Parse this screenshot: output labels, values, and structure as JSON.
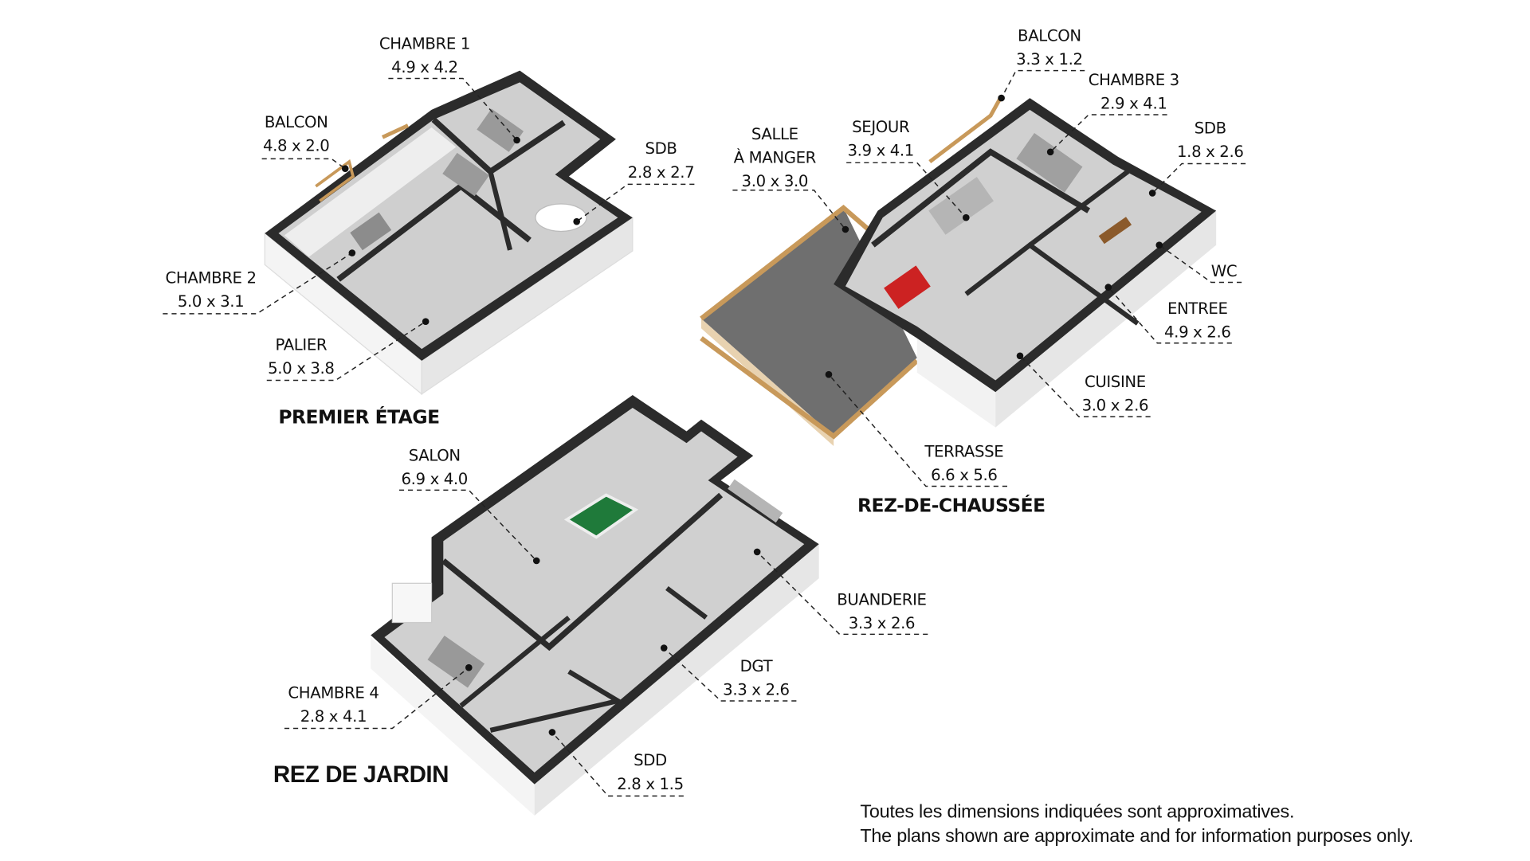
{
  "floors": {
    "premier": {
      "title": "PREMIER ÉTAGE",
      "rooms": {
        "chambre1": {
          "name": "CHAMBRE 1",
          "dims": "4.9 x 4.2"
        },
        "balcon": {
          "name": "BALCON",
          "dims": "4.8 x 2.0"
        },
        "sdb": {
          "name": "SDB",
          "dims": "2.8 x 2.7"
        },
        "chambre2": {
          "name": "CHAMBRE 2",
          "dims": "5.0 x 3.1"
        },
        "palier": {
          "name": "PALIER",
          "dims": "5.0 x 3.8"
        }
      }
    },
    "rdc": {
      "title": "REZ-DE-CHAUSSÉE",
      "rooms": {
        "balcon": {
          "name": "BALCON",
          "dims": "3.3 x 1.2"
        },
        "chambre3": {
          "name": "CHAMBRE 3",
          "dims": "2.9 x 4.1"
        },
        "salle_a_manger": {
          "name_line1": "SALLE",
          "name_line2": "À MANGER",
          "dims": "3.0 x 3.0"
        },
        "sejour": {
          "name": "SEJOUR",
          "dims": "3.9 x 4.1"
        },
        "sdb": {
          "name": "SDB",
          "dims": "1.8 x 2.6"
        },
        "wc": {
          "name": "WC"
        },
        "entree": {
          "name": "ENTREE",
          "dims": "4.9 x 2.6"
        },
        "cuisine": {
          "name": "CUISINE",
          "dims": "3.0 x 2.6"
        },
        "terrasse": {
          "name": "TERRASSE",
          "dims": "6.6 x 5.6"
        }
      }
    },
    "jardin": {
      "title": "REZ DE JARDIN",
      "rooms": {
        "salon": {
          "name": "SALON",
          "dims": "6.9 x 4.0"
        },
        "buanderie": {
          "name": "BUANDERIE",
          "dims": "3.3 x 2.6"
        },
        "dgt": {
          "name": "DGT",
          "dims": "3.3 x 2.6"
        },
        "chambre4": {
          "name": "CHAMBRE 4",
          "dims": "2.8 x 4.1"
        },
        "sdd": {
          "name": "SDD",
          "dims": "2.8 x 1.5"
        }
      }
    }
  },
  "disclaimer": {
    "fr": "Toutes les dimensions indiquées sont approximatives.",
    "en": "The plans shown are approximate and for information purposes only."
  },
  "colors": {
    "wall": "#2b2b2b",
    "floor": "#c9c9c9",
    "terrace": "#6f6f6f",
    "side": "#f2f2f2",
    "railing": "#c8995a"
  }
}
